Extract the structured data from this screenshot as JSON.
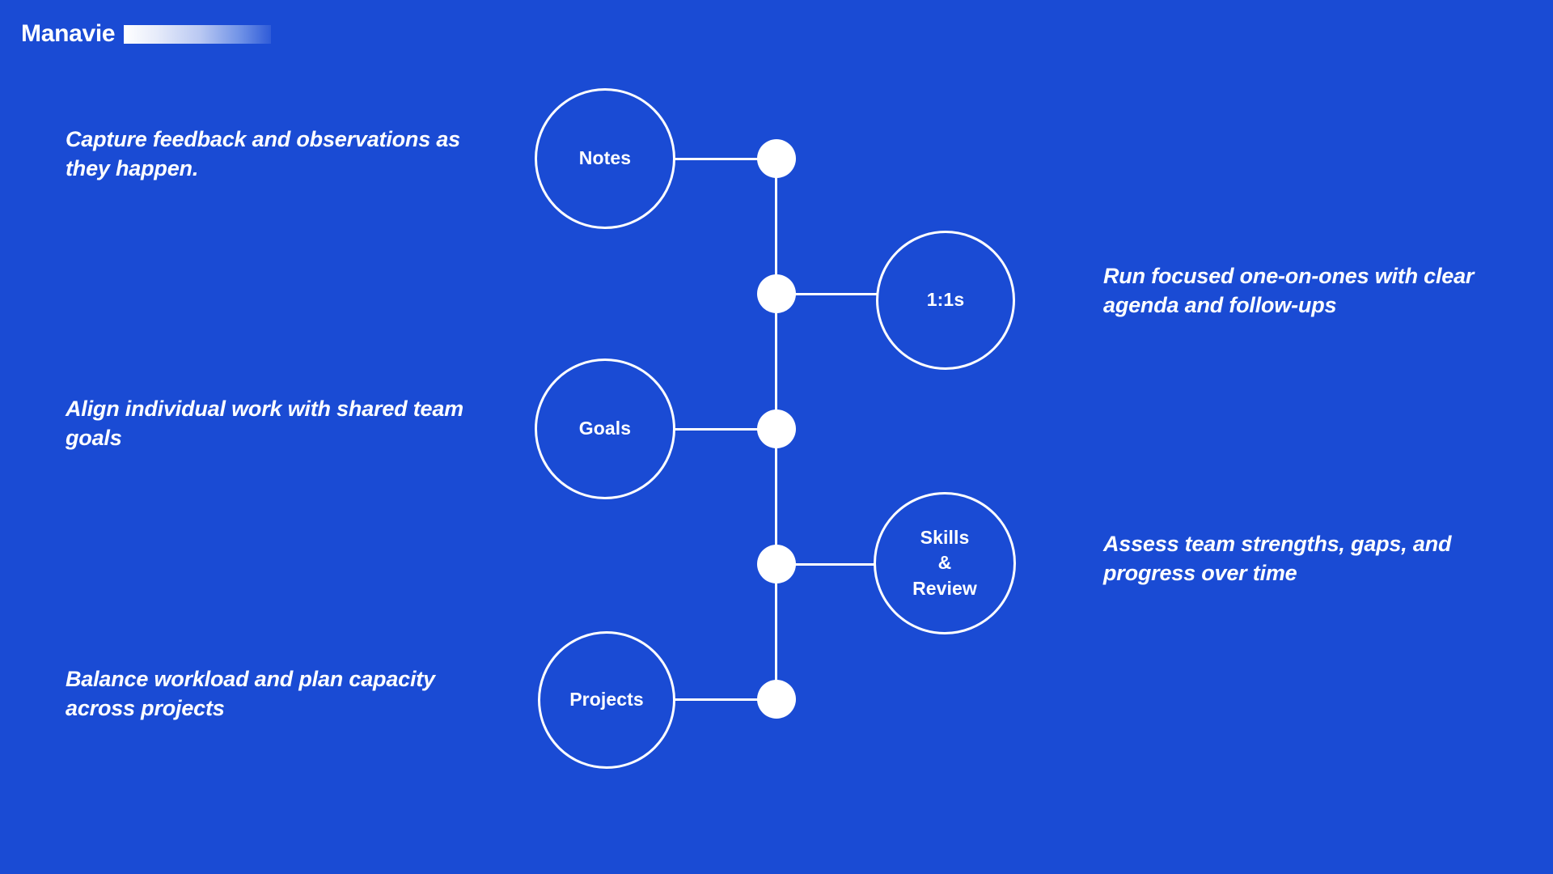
{
  "brand": {
    "name": "Manavie",
    "accent_gradient_from": "#FFFFFF",
    "accent_gradient_to": "#2F5BD8"
  },
  "theme": {
    "background": "#1A4BD4",
    "foreground": "#FFFFFF"
  },
  "diagram": {
    "type": "hub-and-spoke",
    "nodes": [
      {
        "id": "notes",
        "label": "Notes",
        "side": "left"
      },
      {
        "id": "ones",
        "label": "1:1s",
        "side": "right"
      },
      {
        "id": "goals",
        "label": "Goals",
        "side": "left"
      },
      {
        "id": "skills",
        "label": "Skills\n&\nReview",
        "side": "right"
      },
      {
        "id": "projects",
        "label": "Projects",
        "side": "left"
      }
    ],
    "captions": [
      {
        "id": "notes",
        "text": "Capture feedback and observations as they happen.",
        "side": "left"
      },
      {
        "id": "ones",
        "text": "Run focused one-on-ones with clear agenda and follow-ups",
        "side": "right"
      },
      {
        "id": "goals",
        "text": "Align individual work with shared team goals",
        "side": "left"
      },
      {
        "id": "skills",
        "text": "Assess team strengths, gaps, and progress over time",
        "side": "right"
      },
      {
        "id": "projects",
        "text": "Balance workload and plan capacity across projects",
        "side": "left"
      }
    ]
  }
}
